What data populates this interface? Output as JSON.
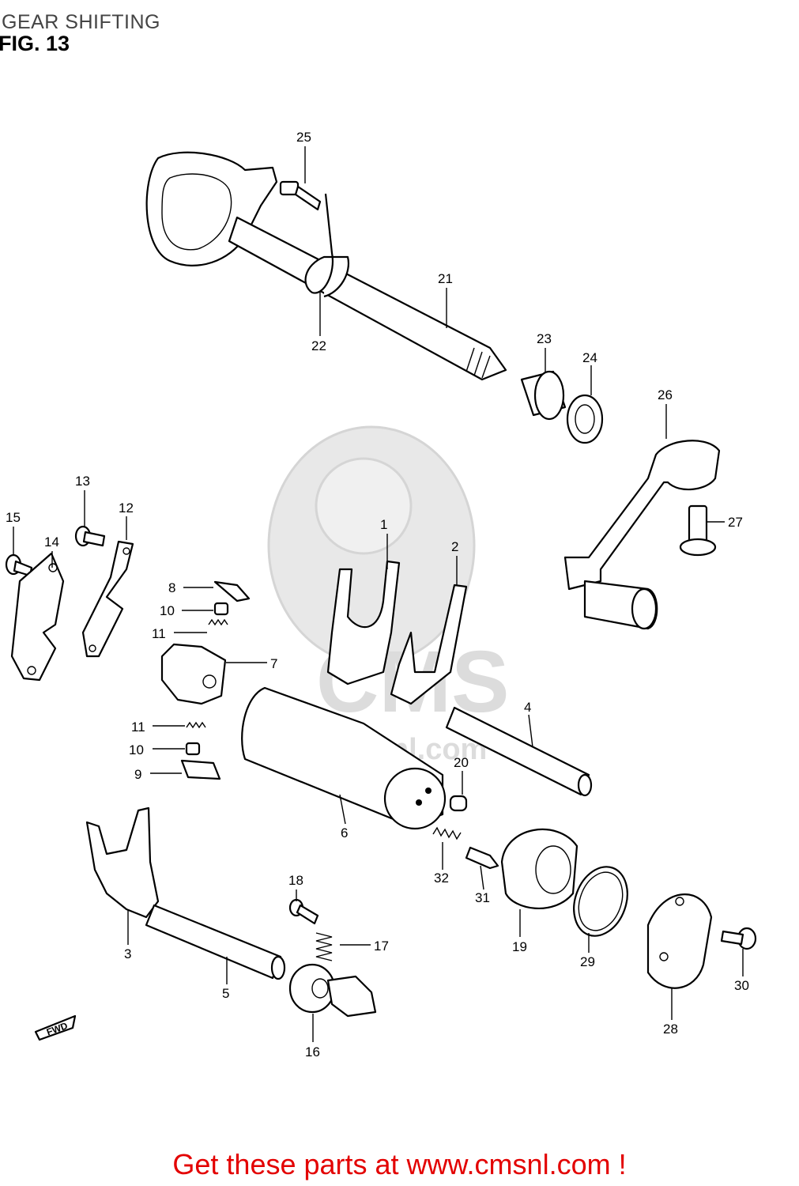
{
  "header": {
    "title": "GEAR SHIFTING",
    "figure": "FIG. 13"
  },
  "watermark": {
    "logo_text": "CMS",
    "url_text": "www.cmsnl.com"
  },
  "direction_arrow": {
    "text": "FWD"
  },
  "callouts": [
    "1",
    "2",
    "3",
    "4",
    "5",
    "6",
    "7",
    "8",
    "9",
    "10",
    "10",
    "11",
    "11",
    "12",
    "13",
    "14",
    "15",
    "16",
    "17",
    "18",
    "19",
    "20",
    "21",
    "22",
    "23",
    "24",
    "25",
    "26",
    "27",
    "28",
    "29",
    "30",
    "31",
    "32"
  ],
  "footer": {
    "text": "Get these parts at www.cmsnl.com !",
    "color": "#e30000"
  }
}
